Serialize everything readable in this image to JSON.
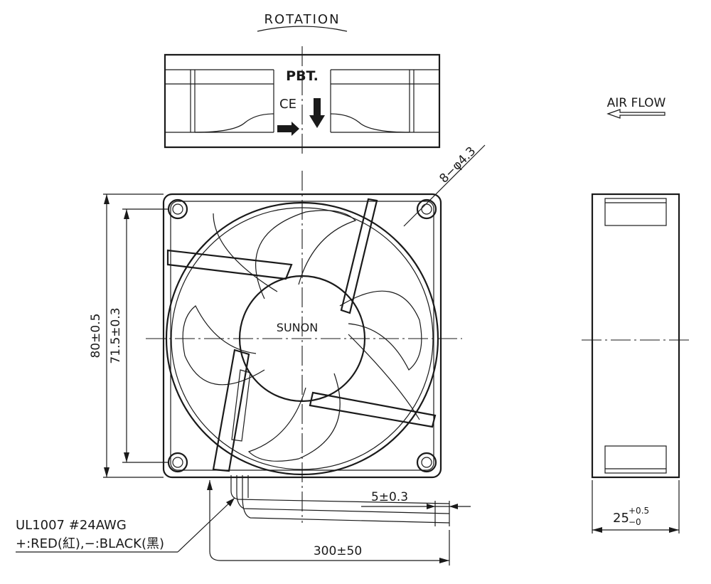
{
  "labels": {
    "rotation": "ROTATION",
    "material": "PBT.",
    "ce_mark": "CE",
    "air_flow": "AIR FLOW",
    "hole_spec": "8−φ4.3",
    "brand": "SUNON",
    "height_outer": "80±0.5",
    "hole_pitch": "71.5±0.3",
    "wire_strip": "5±0.3",
    "lead_length": "300±50",
    "cable_type": "UL1007  #24AWG",
    "polarity": "+:RED(紅),−:BLACK(黑)",
    "thickness_base": "25",
    "thickness_tol_upper": "+0.5",
    "thickness_tol_lower": "−0"
  }
}
